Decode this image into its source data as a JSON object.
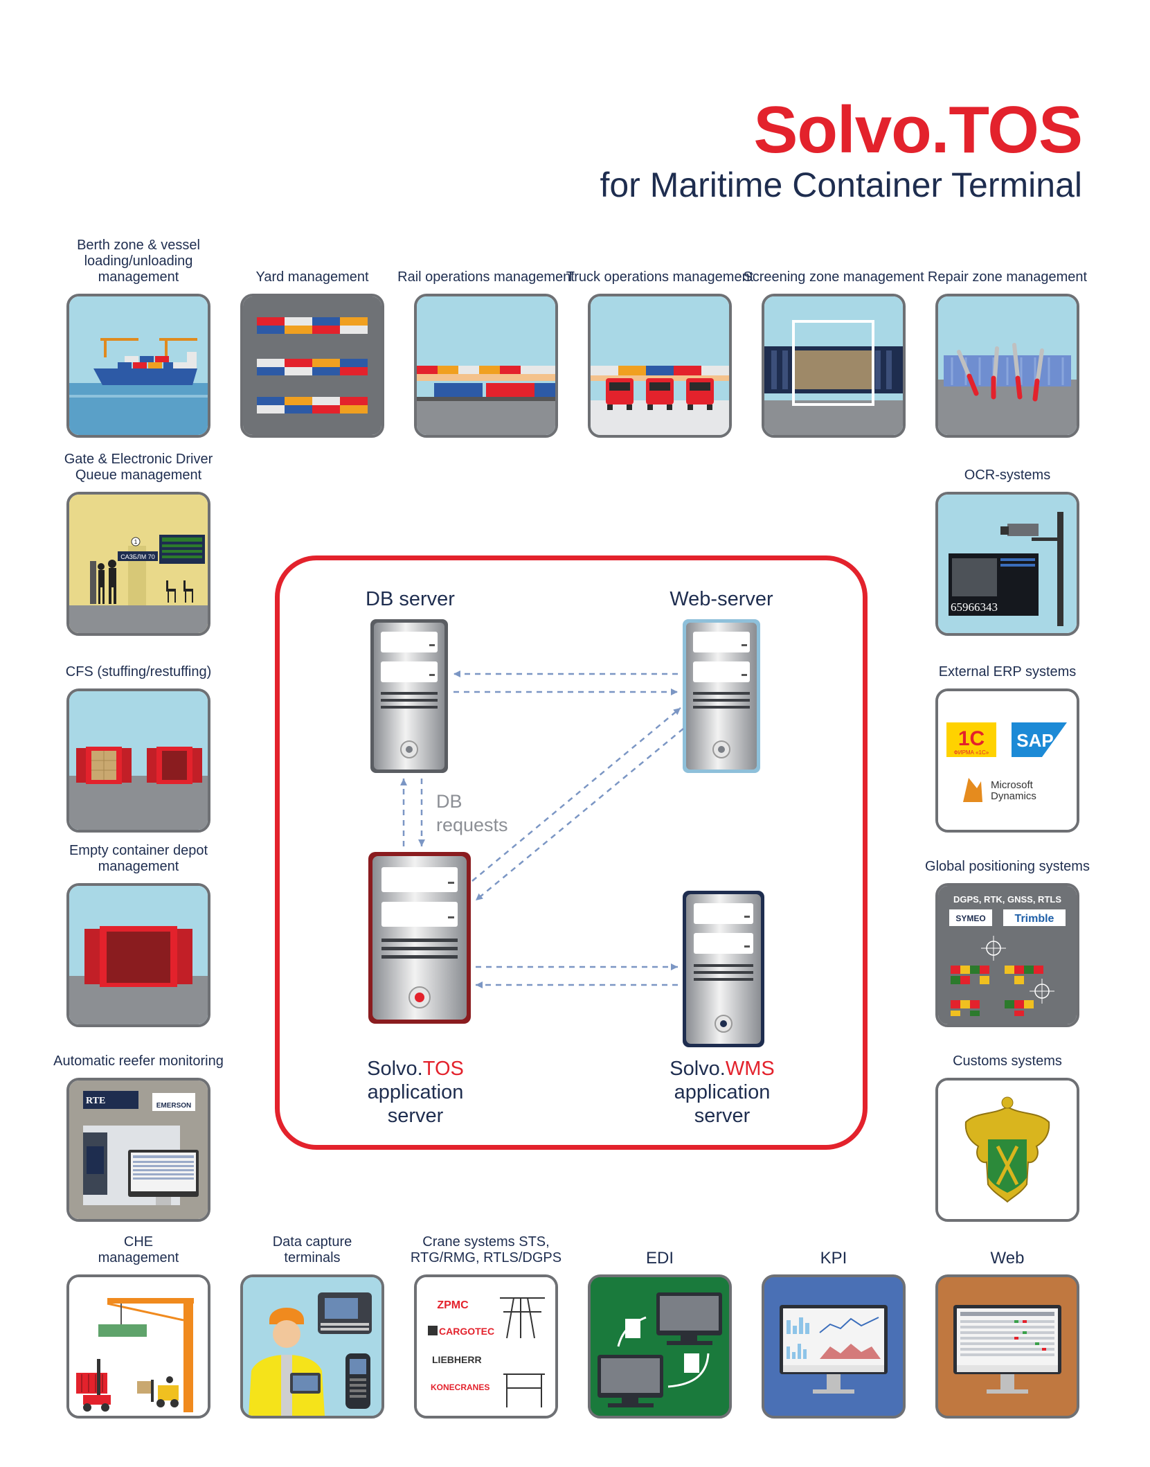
{
  "title": "Solvo.TOS",
  "subtitle": "for Maritime Container Terminal",
  "tiles": [
    {
      "label": "Berth zone & vessel loading/unloading management"
    },
    {
      "label": "Yard management"
    },
    {
      "label": "Rail operations management"
    },
    {
      "label": "Truck operations management"
    },
    {
      "label": "Screening zone management"
    },
    {
      "label": "Repair zone management"
    },
    {
      "label": "Gate & Electronic Driver Queue management"
    },
    {
      "label": "OCR-systems"
    },
    {
      "label": "CFS (stuffing/restuffing)"
    },
    {
      "label": "External ERP systems"
    },
    {
      "label": "Empty container depot management"
    },
    {
      "label": "Global positioning systems"
    },
    {
      "label": "Automatic reefer monitoring"
    },
    {
      "label": "Customs systems"
    },
    {
      "label": "CHE management"
    },
    {
      "label": "Data capture terminals"
    },
    {
      "label": "Crane systems STS, RTG/RMG, RTLS/DGPS"
    },
    {
      "label": "EDI"
    },
    {
      "label": "KPI"
    },
    {
      "label": "Web"
    }
  ],
  "servers": {
    "db": "DB server",
    "web": "Web-server",
    "tos_prefix": "Solvo.",
    "tos_name": "TOS",
    "wms_prefix": "Solvo.",
    "wms_name": "WMS",
    "app_line1": "application",
    "app_line2": "server",
    "db_requests_1": "DB",
    "db_requests_2": "requests"
  },
  "tile_texts": {
    "gate_sign": "САЗБЛМ 70",
    "gate_num": "1",
    "ocr_number": "65966343",
    "erp_1c": "1С",
    "erp_1c_sub": "ФИРМА «1С»",
    "erp_sap": "SAP",
    "erp_ms_1": "Microsoft",
    "erp_ms_2": "Dynamics",
    "gps_header": "DGPS, RTK, GNSS, RTLS",
    "gps_symeo": "SYMEO",
    "gps_trimble": "Trimble",
    "reefer_rte": "RTE",
    "reefer_emerson": "EMERSON",
    "crane_zpmc": "ZPMC",
    "crane_cargotec": "CARGOTEC",
    "crane_liebherr": "LIEBHERR",
    "crane_konecranes": "KONECRANES"
  },
  "colors": {
    "accent": "#e3222c",
    "navy": "#1e2d4f",
    "tile_border": "#6e7074",
    "sky": "#a9d8e6",
    "arrow": "#7b96c4"
  }
}
